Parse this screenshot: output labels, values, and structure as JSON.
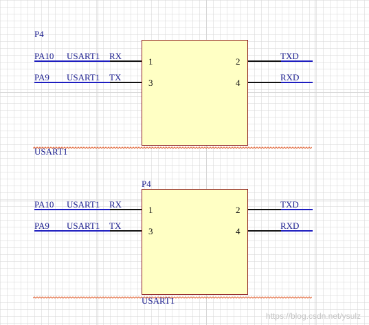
{
  "components": [
    {
      "designator": "P4",
      "comment": "USART1",
      "pins": [
        {
          "number": "1",
          "net_label": "PA10",
          "signal": "USART1",
          "direction": "RX"
        },
        {
          "number": "3",
          "net_label": "PA9",
          "signal": "USART1",
          "direction": "TX"
        },
        {
          "number": "2",
          "net_label": "TXD"
        },
        {
          "number": "4",
          "net_label": "RXD"
        }
      ]
    },
    {
      "designator": "P4",
      "comment": "USART1",
      "pins": [
        {
          "number": "1",
          "net_label": "PA10",
          "signal": "USART1",
          "direction": "RX"
        },
        {
          "number": "3",
          "net_label": "PA9",
          "signal": "USART1",
          "direction": "TX"
        },
        {
          "number": "2",
          "net_label": "TXD"
        },
        {
          "number": "4",
          "net_label": "RXD"
        }
      ]
    }
  ],
  "watermark": "https://blog.csdn.net/ysulz",
  "colors": {
    "wire": "#1d1dbf",
    "label": "#1b1e8f",
    "component_fill": "#ffffc4",
    "component_border": "#8b1a1a",
    "pin": "#111111",
    "error_squiggle": "#e06030"
  }
}
